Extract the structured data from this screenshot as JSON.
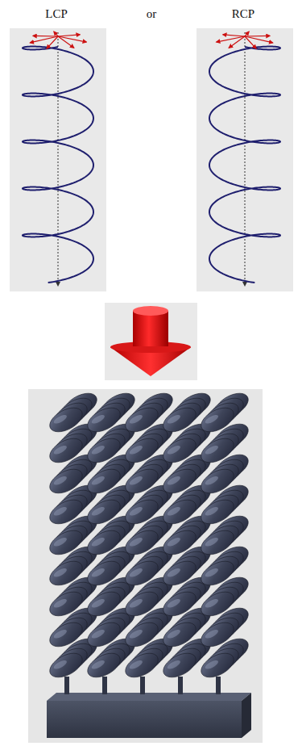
{
  "diagram": {
    "labels": [
      "LCP",
      "or",
      "RCP"
    ]
  }
}
